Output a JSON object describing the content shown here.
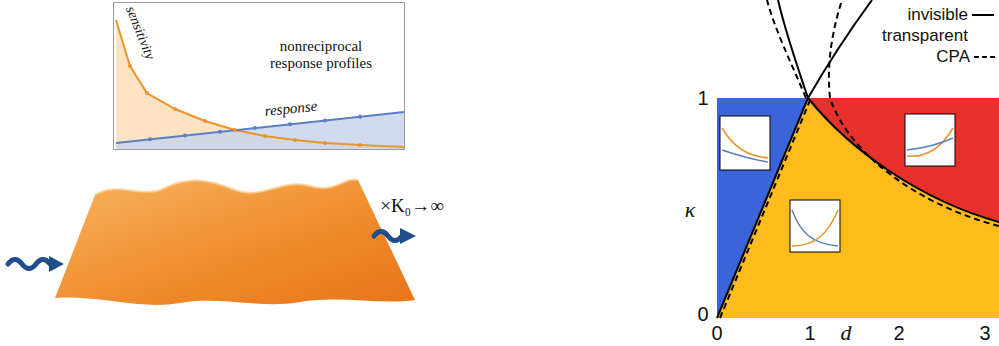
{
  "diagram": {
    "nodes": [
      {
        "text": [
          "sensitivity",
          "nonreciprocal response profiles",
          "response"
        ]
      }
    ],
    "labels": [
      "×K₀→∞",
      "κ",
      "1",
      "0",
      "0",
      "1",
      "2",
      "3",
      "d"
    ],
    "legend": [
      {
        "text": "invisible"
      },
      {
        "text": "transparent"
      },
      {
        "text": "CPA"
      }
    ]
  }
}
